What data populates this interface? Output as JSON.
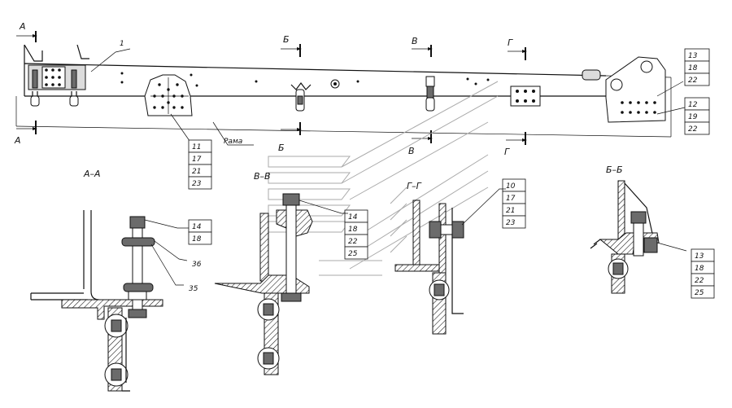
{
  "labels": {
    "part_1": "1",
    "frame": "Рама",
    "cut_a": "А",
    "cut_b": "Б",
    "cut_v": "В",
    "cut_g": "Г"
  },
  "sections": {
    "aa": "А–А",
    "vv": "В–В",
    "gg": "Г–Г",
    "bb": "Б–Б"
  },
  "callouts": {
    "top_right_1": [
      "13",
      "18",
      "22"
    ],
    "top_right_2": [
      "12",
      "19",
      "22"
    ],
    "mid_left": [
      "11",
      "17",
      "21",
      "23"
    ],
    "aa_1": [
      "14",
      "18"
    ],
    "aa_36": "36",
    "aa_35": "35",
    "vv": [
      "14",
      "18",
      "22",
      "25"
    ],
    "gg": [
      "10",
      "17",
      "21",
      "23"
    ],
    "bb": [
      "13",
      "18",
      "22",
      "25"
    ]
  }
}
